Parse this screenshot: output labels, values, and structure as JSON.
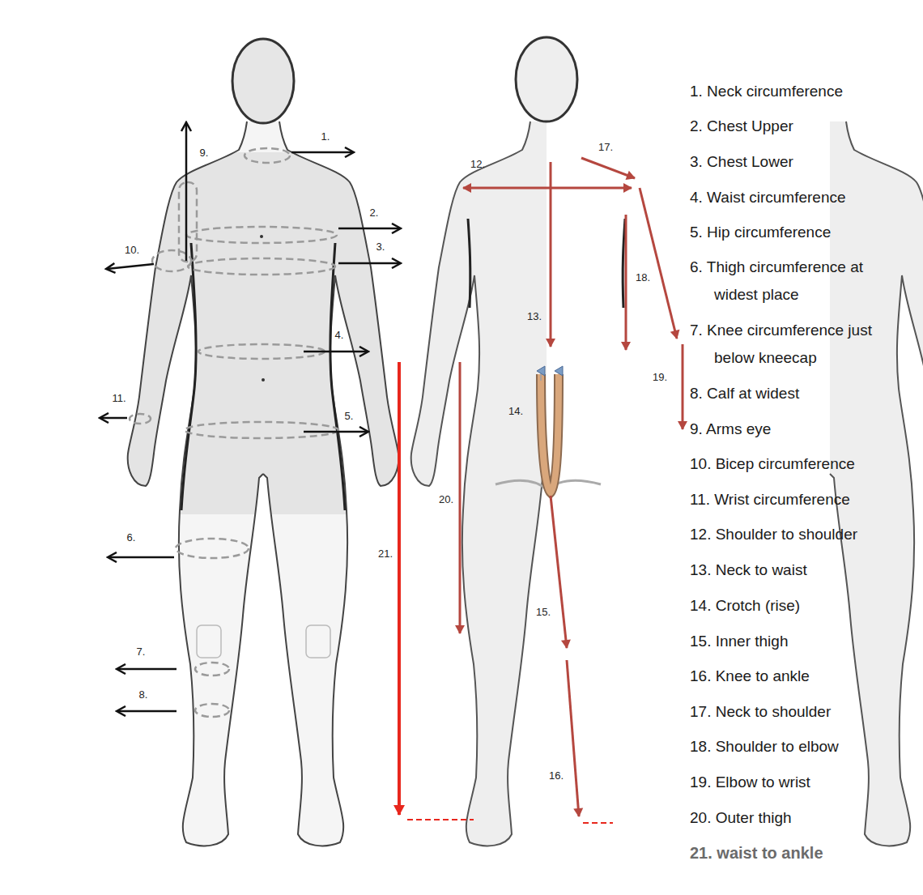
{
  "diagram": {
    "labels": [
      "1.",
      "2.",
      "3.",
      "4.",
      "5.",
      "6.",
      "7.",
      "8.",
      "9.",
      "10.",
      "11.",
      "12.",
      "13.",
      "14.",
      "15.",
      "16.",
      "17.",
      "18.",
      "19.",
      "20.",
      "21.",
      "1. Neck circumference",
      "2. Chest Upper",
      "3. Chest Lower",
      "4. Waist circumference",
      "5. Hip circumference",
      "6. Thigh circumference at widest place",
      "7. Knee circumference just below kneecap",
      "8. Calf at widest",
      "9. Arms eye",
      "10. Bicep circumference",
      "11. Wrist circumference",
      "12. Shoulder to shoulder",
      "13. Neck to waist",
      "14. Crotch (rise)",
      "15. Inner thigh",
      "16. Knee to ankle",
      "17. Neck to shoulder",
      "18. Shoulder to elbow",
      "19. Elbow to wrist",
      "20. Outer thigh",
      "21. waist to ankle"
    ]
  }
}
